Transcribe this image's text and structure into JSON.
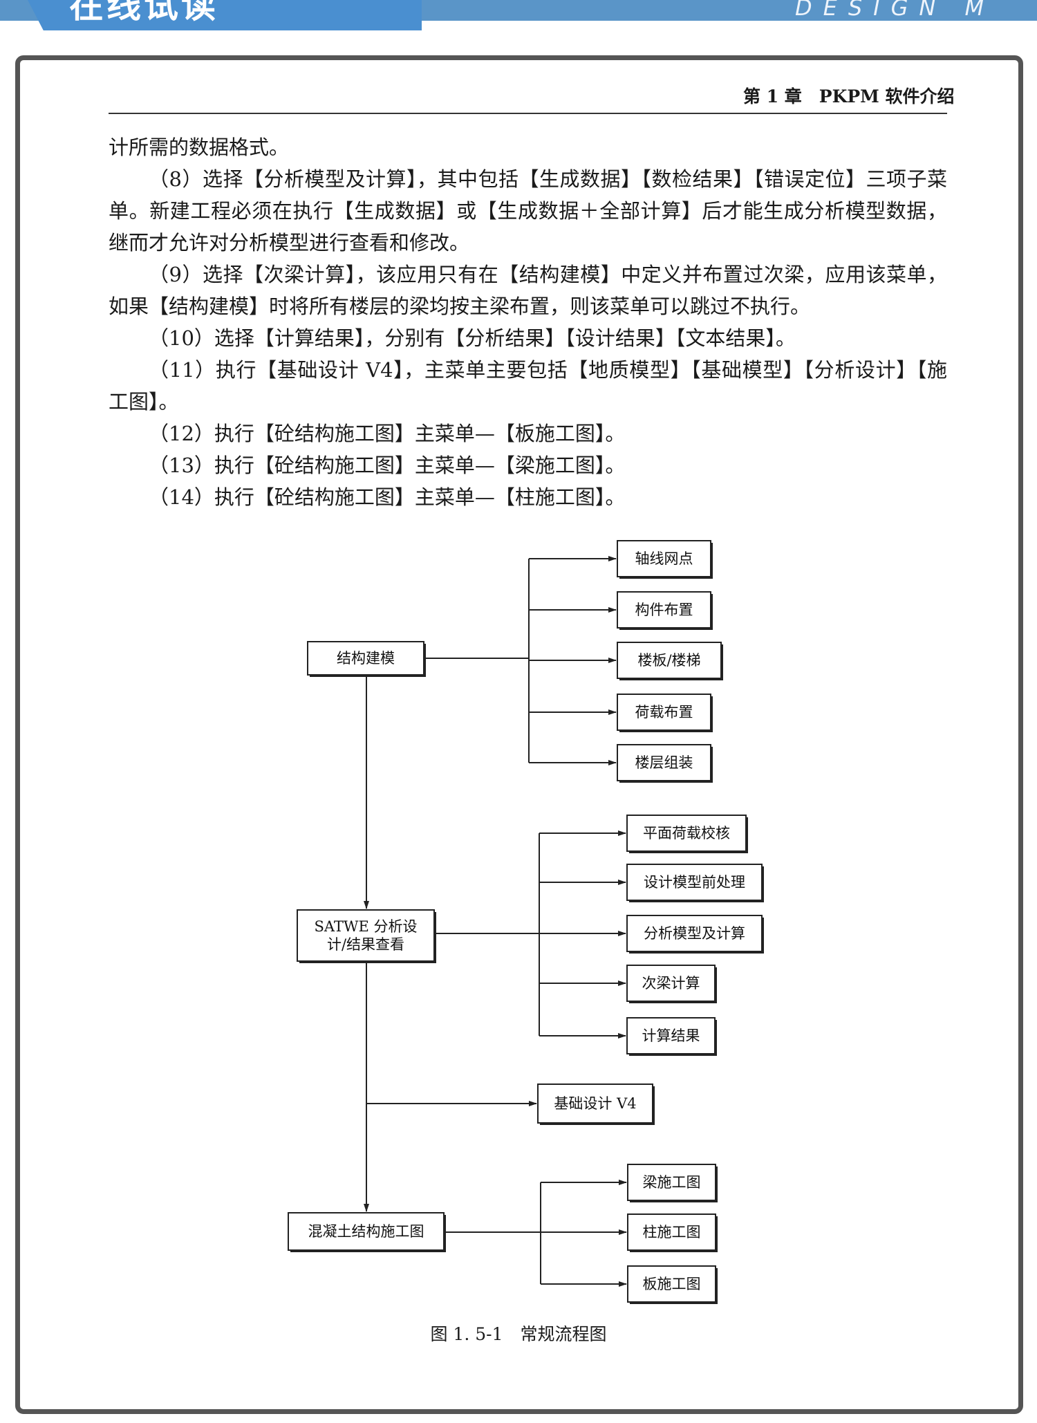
{
  "banner": {
    "title": "在线试读",
    "subtitle": "DESIGN M"
  },
  "header": {
    "running_title": "第 1 章　PKPM 软件介绍"
  },
  "body": {
    "paragraphs": [
      "计所需的数据格式。",
      "（8）选择【分析模型及计算】，其中包括【生成数据】【数检结果】【错误定位】三项子菜单。新建工程必须在执行【生成数据】或【生成数据＋全部计算】后才能生成分析模型数据，继而才允许对分析模型进行查看和修改。",
      "（9）选择【次梁计算】，该应用只有在【结构建模】中定义并布置过次梁，应用该菜单，如果【结构建模】时将所有楼层的梁均按主梁布置，则该菜单可以跳过不执行。",
      "（10）选择【计算结果】，分别有【分析结果】【设计结果】【文本结果】。",
      "（11）执行【基础设计 V4】，主菜单主要包括【地质模型】【基础模型】【分析设计】【施工图】。",
      "（12）执行【砼结构施工图】主菜单—【板施工图】。",
      "（13）执行【砼结构施工图】主菜单—【梁施工图】。",
      "（14）执行【砼结构施工图】主菜单—【柱施工图】。"
    ]
  },
  "flowchart": {
    "main_nodes": [
      {
        "id": "modeling",
        "lines": [
          "结构建模"
        ]
      },
      {
        "id": "satwe",
        "lines": [
          "SATWE 分析设",
          "计/结果查看"
        ]
      },
      {
        "id": "foundation",
        "lines": [
          "基础设计 V4"
        ]
      },
      {
        "id": "concrete",
        "lines": [
          "混凝土结构施工图"
        ]
      }
    ],
    "modeling_children": [
      "轴线网点",
      "构件布置",
      "楼板/楼梯",
      "荷载布置",
      "楼层组装"
    ],
    "satwe_children": [
      "平面荷载校核",
      "设计模型前处理",
      "分析模型及计算",
      "次梁计算",
      "计算结果"
    ],
    "concrete_children": [
      "梁施工图",
      "柱施工图",
      "板施工图"
    ]
  },
  "caption": "图 1. 5-1　常规流程图"
}
